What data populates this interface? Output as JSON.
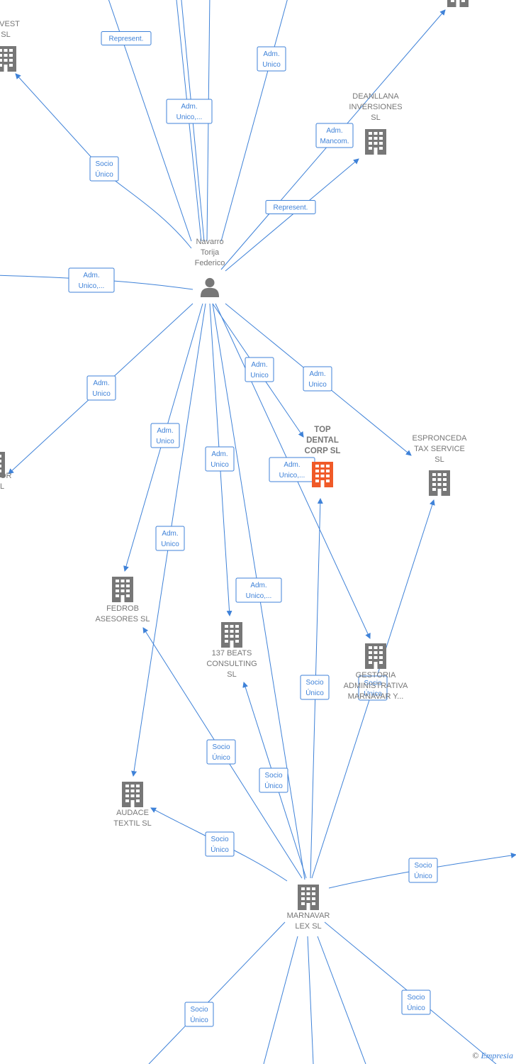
{
  "nodes": [
    {
      "id": "n0",
      "type": "person",
      "lines": [
        "Navarro",
        "Torija",
        "Federico"
      ]
    },
    {
      "id": "n1",
      "type": "company",
      "lines": [
        "TOP",
        "DENTAL",
        "CORP  SL"
      ],
      "main": true
    },
    {
      "id": "n2",
      "type": "company",
      "lines": [
        "DEANLLANA",
        "INVERSIONES",
        "SL"
      ]
    },
    {
      "id": "n3",
      "type": "company",
      "lines": [
        "INVEST",
        "SL"
      ]
    },
    {
      "id": "n4",
      "type": "company",
      "lines": [
        "ESPRONCEDA",
        "TAX SERVICE",
        "SL"
      ]
    },
    {
      "id": "n5",
      "type": "company",
      "lines": [
        "FEDROB",
        "ASESORES  SL"
      ]
    },
    {
      "id": "n6",
      "type": "company",
      "lines": [
        "137 BEATS",
        "CONSULTING",
        "SL"
      ]
    },
    {
      "id": "n7",
      "type": "company",
      "lines": [
        "GESTORIA",
        "ADMINISTRATIVA",
        "MARNAVAR Y..."
      ]
    },
    {
      "id": "n8",
      "type": "company",
      "lines": [
        "AUDACE",
        "TEXTIL  SL"
      ]
    },
    {
      "id": "n9",
      "type": "company",
      "lines": [
        "MARNAVAR",
        "LEX  SL"
      ]
    },
    {
      "id": "n10",
      "type": "company",
      "lines": [
        "OR",
        "L"
      ]
    },
    {
      "id": "n11",
      "type": "company",
      "lines": []
    }
  ],
  "edges": [
    {
      "lines": [
        "Represent."
      ]
    },
    {
      "lines": [
        ""
      ]
    },
    {
      "lines": [
        "Adm.",
        "Unico"
      ]
    },
    {
      "lines": [
        ""
      ]
    },
    {
      "lines": [
        "Adm.",
        "Unico,..."
      ]
    },
    {
      "lines": [
        "Socio",
        "Único"
      ]
    },
    {
      "lines": [
        "Adm.",
        "Mancom."
      ]
    },
    {
      "lines": [
        "Represent."
      ]
    },
    {
      "lines": [
        "Adm.",
        "Unico,..."
      ]
    },
    {
      "lines": [
        "Adm.",
        "Unico"
      ]
    },
    {
      "lines": [
        "Adm.",
        "Unico"
      ]
    },
    {
      "lines": [
        "Adm.",
        "Unico"
      ]
    },
    {
      "lines": [
        "Adm.",
        "Unico"
      ]
    },
    {
      "lines": [
        "Adm.",
        "Unico"
      ]
    },
    {
      "lines": [
        "Adm.",
        "Unico"
      ]
    },
    {
      "lines": [
        "Adm.",
        "Unico,..."
      ]
    },
    {
      "lines": [
        "Adm.",
        "Unico,..."
      ]
    },
    {
      "lines": [
        "Socio",
        "Único"
      ]
    },
    {
      "lines": [
        "Socio",
        "Único"
      ]
    },
    {
      "lines": [
        "Socio",
        "Único"
      ]
    },
    {
      "lines": [
        "Socio",
        "Único"
      ]
    },
    {
      "lines": [
        "Socio",
        "Único"
      ]
    },
    {
      "lines": [
        "Socio",
        "Único"
      ]
    },
    {
      "lines": [
        "Socio",
        "Único"
      ]
    },
    {
      "lines": [
        "Socio",
        "Único"
      ]
    },
    {
      "lines": [
        ""
      ]
    },
    {
      "lines": [
        ""
      ]
    },
    {
      "lines": [
        ""
      ]
    }
  ],
  "colors": {
    "edge": "#3f82d8",
    "company": "#777777",
    "main_company": "#f05a28",
    "person": "#777777"
  },
  "copyright": {
    "symbol": "©",
    "brand": "Empresia"
  }
}
